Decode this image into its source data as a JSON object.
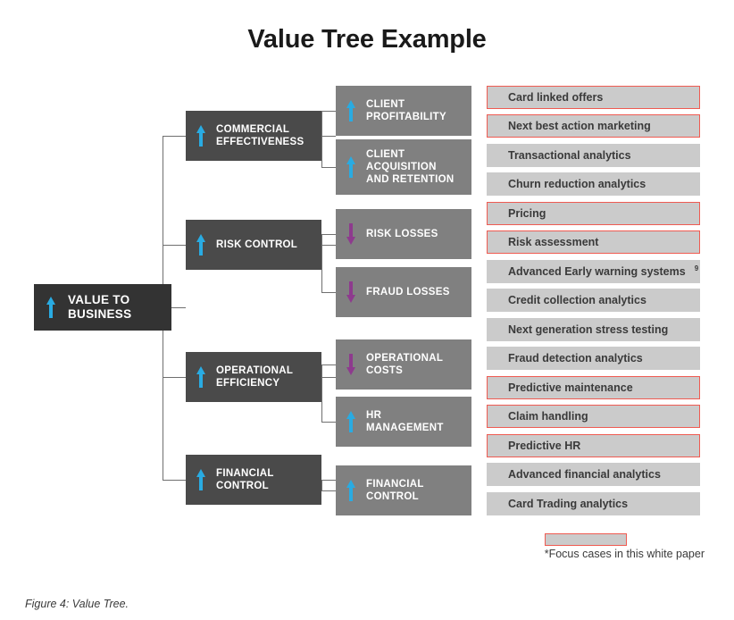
{
  "title": "Value Tree Example",
  "caption": "Figure 4:  Value Tree.",
  "legend": {
    "note": "*Focus cases in this white paper"
  },
  "root": {
    "label": "VALUE TO\nBUSINESS",
    "arrow": "arrow-up-cyan"
  },
  "branches": [
    {
      "label": "COMMERCIAL\nEFFECTIVENESS",
      "arrow": "arrow-up-cyan",
      "drivers": [
        {
          "label": "CLIENT\nPROFITABILITY",
          "arrow": "arrow-up-cyan"
        },
        {
          "label": "CLIENT\nACQUISITION\nAND RETENTION",
          "arrow": "arrow-up-cyan"
        }
      ]
    },
    {
      "label": "RISK CONTROL",
      "arrow": "arrow-up-cyan",
      "drivers": [
        {
          "label": "RISK LOSSES",
          "arrow": "arrow-down-purple"
        },
        {
          "label": "FRAUD LOSSES",
          "arrow": "arrow-down-purple"
        }
      ]
    },
    {
      "label": "OPERATIONAL\nEFFICIENCY",
      "arrow": "arrow-up-cyan",
      "drivers": [
        {
          "label": "OPERATIONAL\nCOSTS",
          "arrow": "arrow-down-purple"
        },
        {
          "label": "HR\nMANAGEMENT",
          "arrow": "arrow-up-cyan"
        }
      ]
    },
    {
      "label": "FINANCIAL\nCONTROL",
      "arrow": "arrow-up-cyan",
      "drivers": [
        {
          "label": "FINANCIAL\nCONTROL",
          "arrow": "arrow-up-cyan"
        }
      ]
    }
  ],
  "use_cases": [
    {
      "label": "Card linked offers",
      "focus": true,
      "footnote": ""
    },
    {
      "label": "Next best action marketing",
      "focus": true,
      "footnote": ""
    },
    {
      "label": "Transactional analytics",
      "focus": false,
      "footnote": ""
    },
    {
      "label": "Churn reduction analytics",
      "focus": false,
      "footnote": ""
    },
    {
      "label": "Pricing",
      "focus": true,
      "footnote": ""
    },
    {
      "label": "Risk assessment",
      "focus": true,
      "footnote": ""
    },
    {
      "label": "Advanced Early warning systems",
      "focus": false,
      "footnote": "9"
    },
    {
      "label": "Credit collection analytics",
      "focus": false,
      "footnote": ""
    },
    {
      "label": "Next generation stress testing",
      "focus": false,
      "footnote": ""
    },
    {
      "label": "Fraud detection analytics",
      "focus": false,
      "footnote": ""
    },
    {
      "label": "Predictive maintenance",
      "focus": true,
      "footnote": ""
    },
    {
      "label": "Claim handling",
      "focus": true,
      "footnote": ""
    },
    {
      "label": "Predictive HR",
      "focus": true,
      "footnote": ""
    },
    {
      "label": "Advanced financial analytics",
      "focus": false,
      "footnote": ""
    },
    {
      "label": "Card Trading analytics",
      "focus": false,
      "footnote": ""
    }
  ],
  "colors": {
    "accent_up": "#29ABE2",
    "accent_down": "#8E3A8E",
    "focus_border": "#ef5b52",
    "level1_bg": "#333333",
    "level2_bg": "#4a4a4a",
    "level3_bg": "#808080",
    "use_case_bg": "#cbcbcb"
  }
}
